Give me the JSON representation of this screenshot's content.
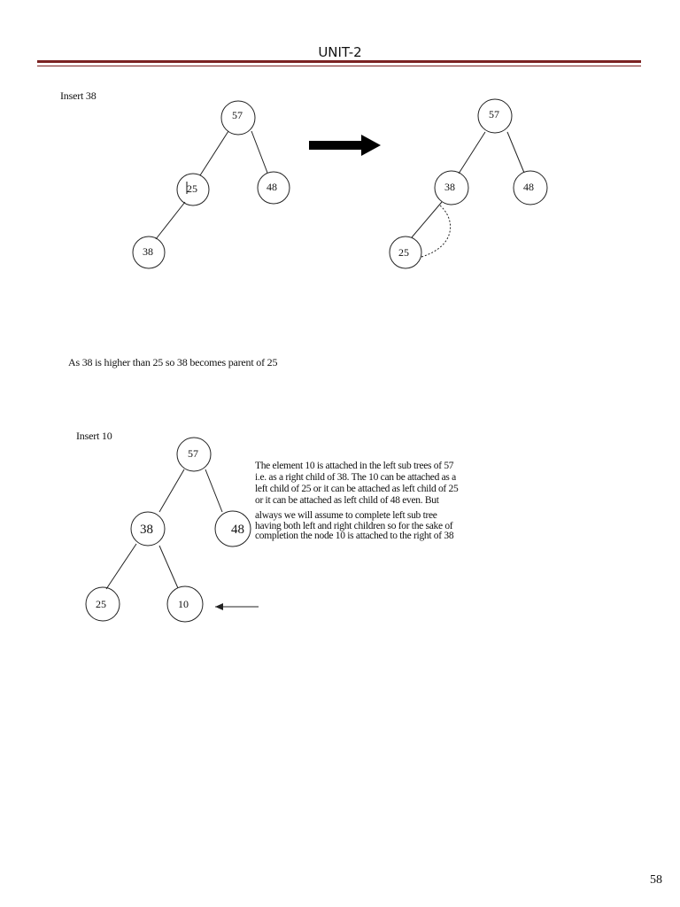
{
  "header": {
    "title": "UNIT-2"
  },
  "section1": {
    "label": "Insert 38",
    "before_tree": {
      "root": "57",
      "left": "25",
      "right": "48",
      "left_left": "38"
    },
    "after_tree": {
      "root": "57",
      "left": "38",
      "right": "48",
      "left_left": "25"
    },
    "caption": "As 38 is higher than 25 so 38 becomes parent of 25"
  },
  "section2": {
    "label": "Insert 10",
    "tree": {
      "root": "57",
      "left": "38",
      "right": "48",
      "left_left": "25",
      "left_right": "10"
    },
    "paragraph": [
      " The element 10 is attached in the left sub trees of 57",
      "i.e. as a right child of 38. The 10 can be attached as a",
      "left child of 25 or it can be attached as left child of 25",
      "or it can be attached as left child of 48 even. But",
      "   always we will assume to complete left sub tree",
      "having both left and right children so for the sake of",
      "completion the node 10 is attached to the right of 38"
    ]
  },
  "footer": {
    "page_number": "58"
  }
}
